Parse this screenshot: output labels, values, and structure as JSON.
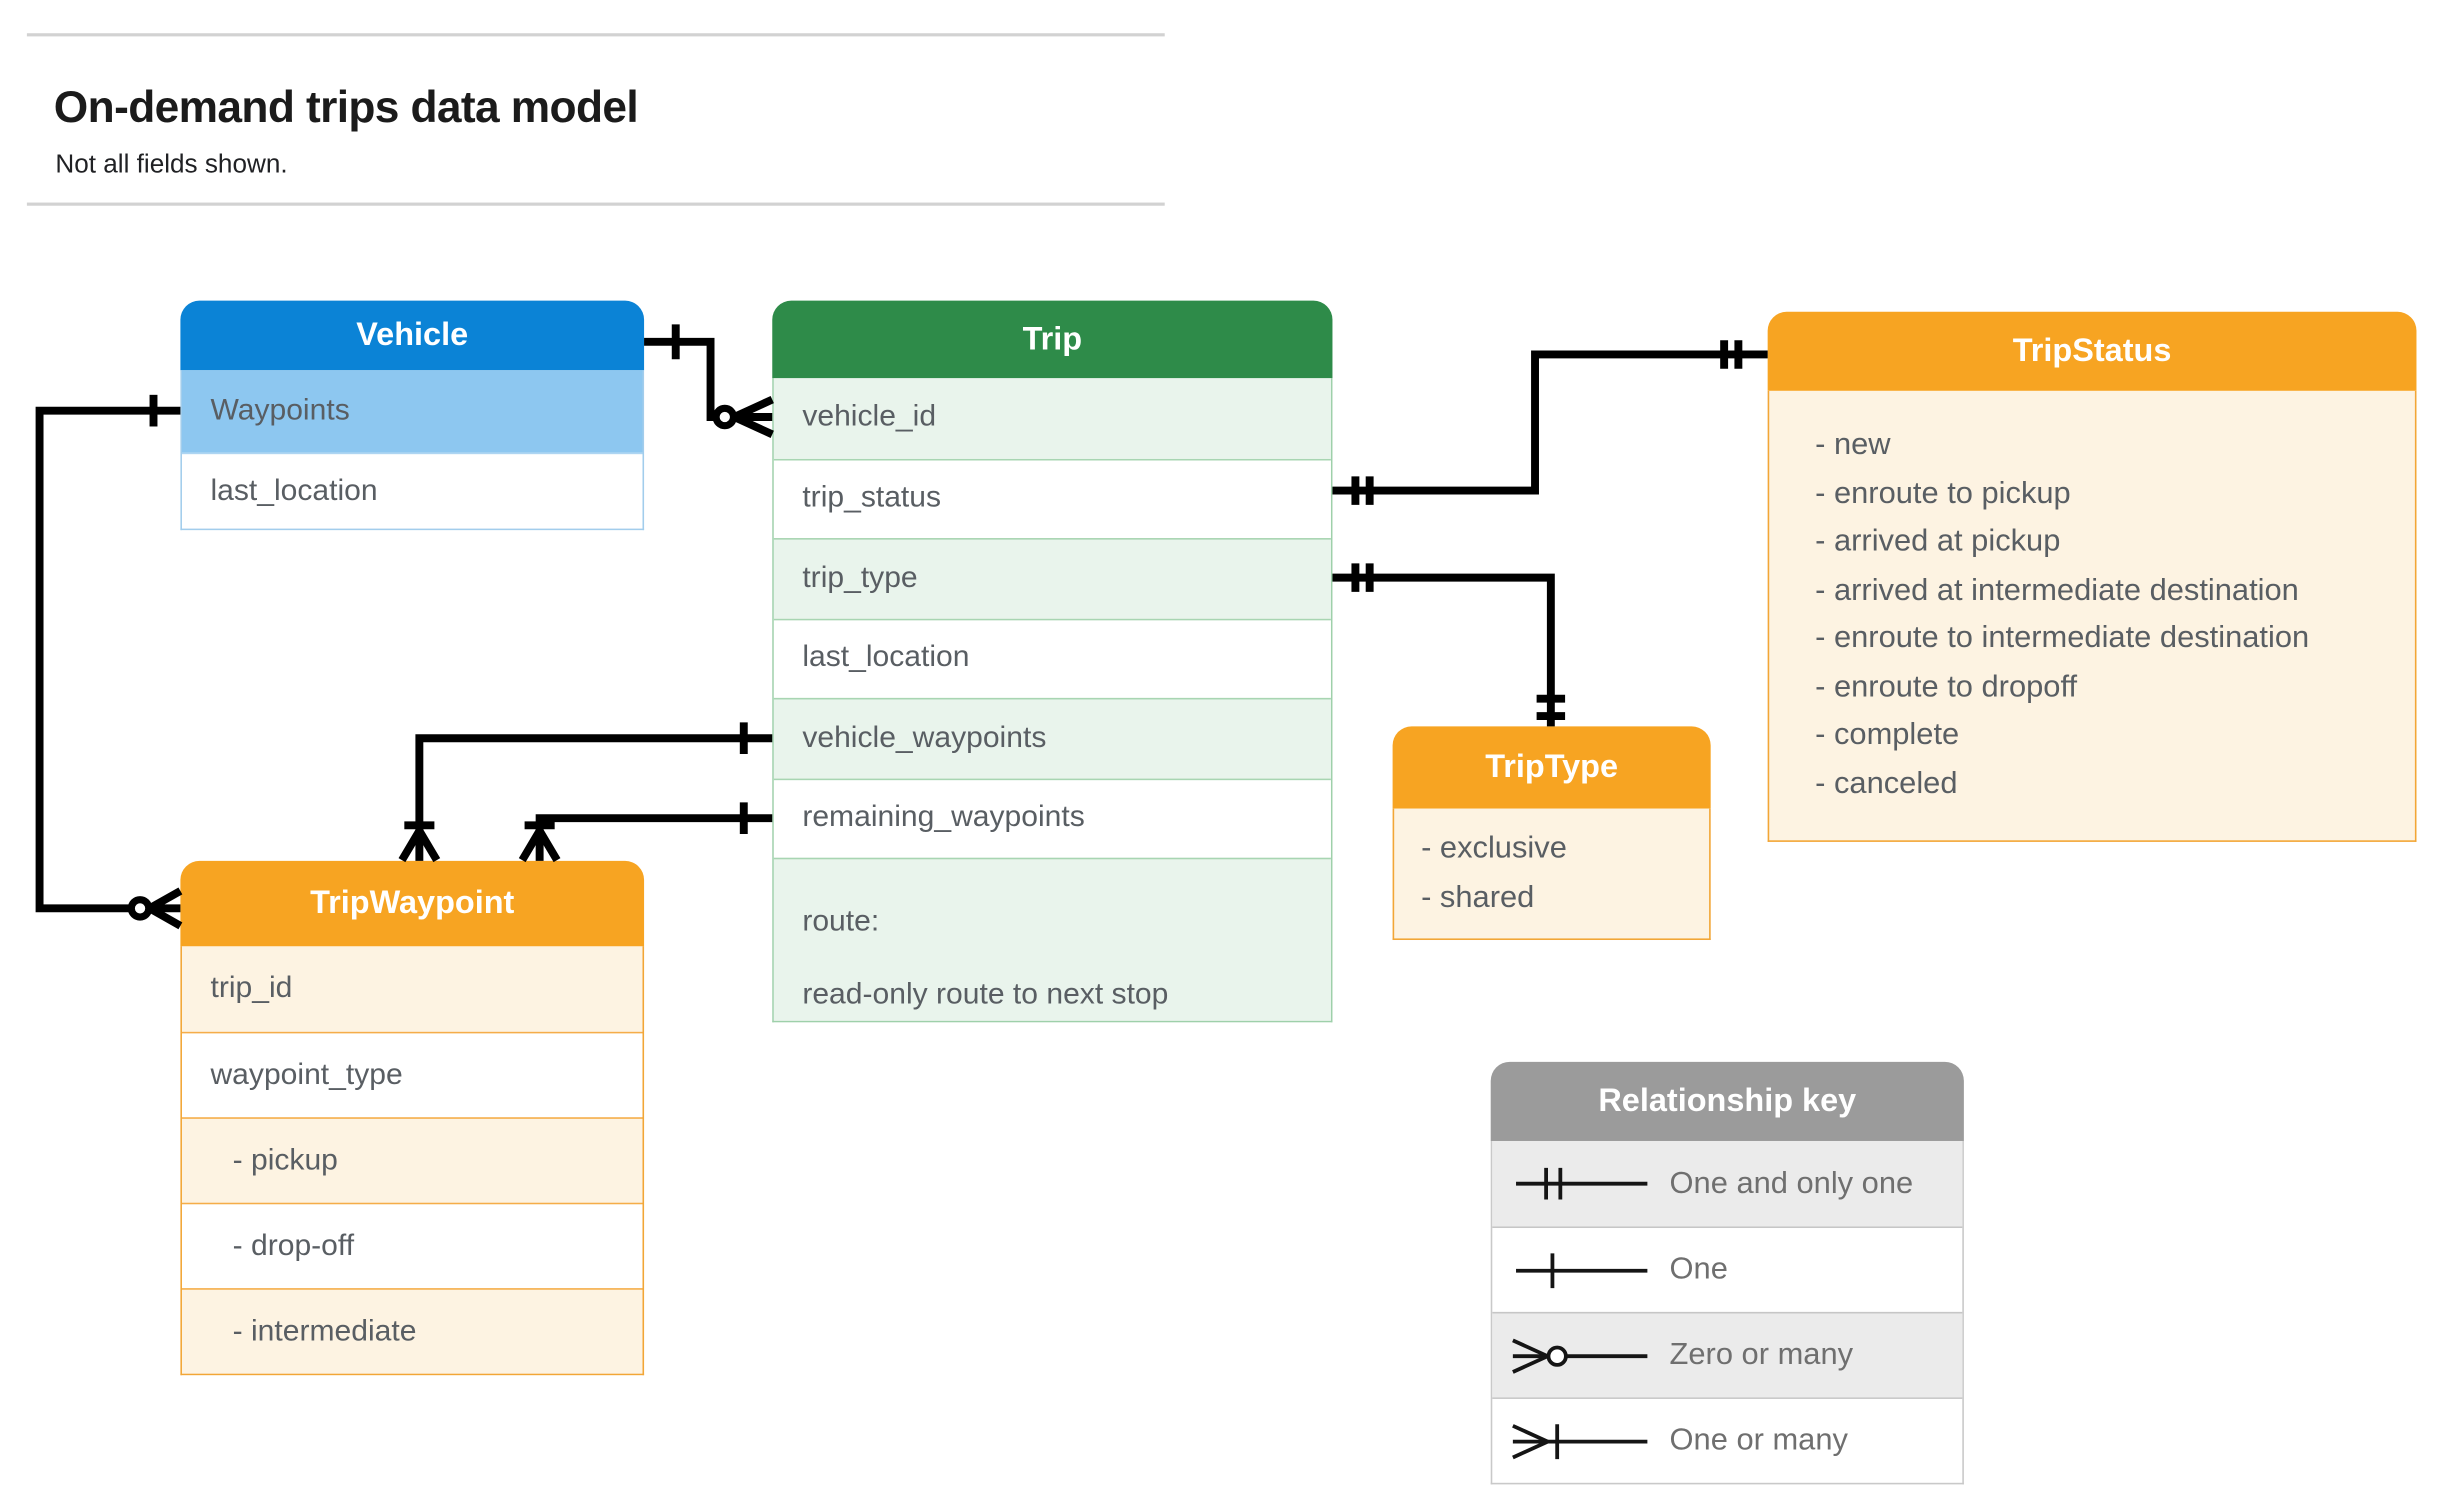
{
  "page": {
    "title": "On-demand trips data model",
    "subtitle": "Not all fields shown."
  },
  "entities": {
    "vehicle": {
      "title": "Vehicle",
      "rows": [
        "Waypoints",
        "last_location"
      ]
    },
    "trip": {
      "title": "Trip",
      "rows": [
        "vehicle_id",
        "trip_status",
        "trip_type",
        "last_location",
        "vehicle_waypoints",
        "remaining_waypoints"
      ],
      "route_line1": "route:",
      "route_line2": "read-only route to next stop"
    },
    "trip_status": {
      "title": "TripStatus",
      "items": [
        "- new",
        "- enroute to pickup",
        "- arrived at pickup",
        "- arrived at intermediate destination",
        "- enroute to intermediate destination",
        "- enroute to dropoff",
        "- complete",
        "- canceled"
      ]
    },
    "trip_type": {
      "title": "TripType",
      "items": [
        "- exclusive",
        "- shared"
      ]
    },
    "trip_waypoint": {
      "title": "TripWaypoint",
      "rows": [
        "trip_id",
        "waypoint_type"
      ],
      "sub_items": [
        "- pickup",
        "- drop-off",
        "- intermediate"
      ]
    }
  },
  "legend": {
    "title": "Relationship key",
    "items": [
      {
        "symbol": "one-and-only-one",
        "label": "One and only one"
      },
      {
        "symbol": "one",
        "label": "One"
      },
      {
        "symbol": "zero-or-many",
        "label": "Zero or many"
      },
      {
        "symbol": "one-or-many",
        "label": "One or many"
      }
    ]
  },
  "colors": {
    "vehicle_header": "#0b83d6",
    "vehicle_highlight_row": "#8dc7f0",
    "trip_header": "#2e8b49",
    "trip_tint_row": "#e9f4ec",
    "orange_header": "#f7a422",
    "orange_tint_row": "#fdf3e2",
    "legend_header": "#9b9b9b",
    "legend_alt_row": "#ebebeb",
    "row_text": "#595e63",
    "connector": "#000000"
  }
}
